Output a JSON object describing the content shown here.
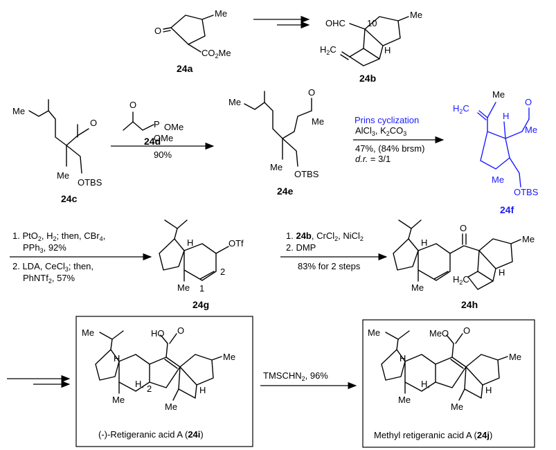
{
  "compounds": {
    "c24a": "24a",
    "c24b": "24b",
    "c24c": "24c",
    "c24d": "24d",
    "c24e": "24e",
    "c24f": "24f",
    "c24g": "24g",
    "c24h": "24h"
  },
  "atoms": {
    "me": "Me",
    "o": "O",
    "h": "H",
    "ohc": "OHC",
    "ten": "10",
    "h2c": "H",
    "h2c_sub": "2",
    "h2c_c": "C",
    "co2me": "CO",
    "co2me_sub": "2",
    "co2me_me": "Me",
    "otbs": "OTBS",
    "p": "P",
    "ome": "OMe",
    "otf": "OTf",
    "ho": "HO",
    "meo": "MeO",
    "one": "1",
    "two": "2",
    "h2": "H,",
    "h2_num": "2"
  },
  "steps": {
    "s_d_yield": "90%",
    "prins_title": "Prins cyclization",
    "prins_reagent_1": "AlCl",
    "prins_reagent_sub1": "3",
    "prins_reagent_2": ", K",
    "prins_reagent_sub2": "2",
    "prins_reagent_3": "CO",
    "prins_reagent_sub3": "3",
    "prins_yield": "47%, (84% brsm)",
    "prins_dr_label": "d.r.",
    "prins_dr_value": " = 3/1",
    "g1_line1": "1. PtO",
    "g1_sub1": "2",
    "g1_line1b": ", H",
    "g1_sub2": "2",
    "g1_line1c": "; then, CBr",
    "g1_sub3": "4",
    "g1_line1d": ",",
    "g1_line2": "PPh",
    "g1_sub4": "3",
    "g1_line2b": ", 92%",
    "g1_line3": "2. LDA, CeCl",
    "g1_sub5": "3",
    "g1_line3b": "; then,",
    "g1_line4": "PhNTf",
    "g1_sub6": "2",
    "g1_line4b": ", 57%",
    "h1_prefix": "1. ",
    "h1_bold": "24b",
    "h1_rest": ", CrCl",
    "h1_sub1": "2",
    "h1_rest2": ", NiCl",
    "h1_sub2": "2",
    "h2_line": "2. DMP",
    "h3_line": "83% for 2 steps",
    "tms_reagent": "TMSCHN",
    "tms_sub": "2",
    "tms_yield": ", 96%"
  },
  "boxes": {
    "left_caption_pre": "(-)-Retigeranic acid A (",
    "left_caption_bold": "24i",
    "left_caption_post": ")",
    "right_caption_pre": "Methyl retigeranic acid A (",
    "right_caption_bold": "24j",
    "right_caption_post": ")"
  },
  "colors": {
    "highlight": "#1a1aff"
  }
}
